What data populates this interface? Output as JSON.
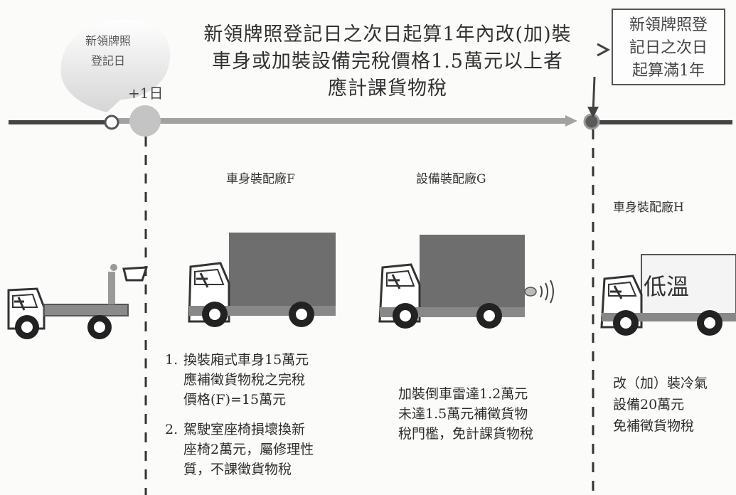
{
  "timeline": {
    "start_label": [
      "新領牌照",
      "登記日"
    ],
    "plus_one_label": "+1日",
    "caption": [
      "新領牌照登記日之次日起算1年內改(加)裝",
      "車身或加裝設備完稅價格1.5萬元以上者",
      "應計課貨物稅"
    ],
    "end_label": [
      "新領牌照登",
      "記日之次日",
      "起算滿1年"
    ]
  },
  "factories": {
    "f": {
      "label": "車身裝配廠F",
      "notes": [
        {
          "number": "1.",
          "lines": [
            "換裝廂式車身15萬元",
            "應補徵貨物稅之完稅",
            "價格(F)=15萬元"
          ]
        },
        {
          "number": "2.",
          "lines": [
            "駕駛室座椅損壞換新",
            "座椅2萬元，屬修理性",
            "質，不課徵貨物稅"
          ]
        }
      ]
    },
    "g": {
      "label": "設備裝配廠G",
      "note": [
        "加裝倒車雷達1.2萬元",
        "未達1.5萬元補徵貨物",
        "稅門檻，免計課貨物稅"
      ]
    },
    "h": {
      "label": "車身裝配廠H",
      "cargo_text": "低溫",
      "note": [
        "改（加）裝冷氣",
        "設備20萬元",
        "免補徵貨物稅"
      ]
    }
  },
  "colors": {
    "timeline_dark": "#444444",
    "timeline_light": "#9a9a9a",
    "cargo_box": "#6e6e6e",
    "day_marker": "#c4c4c4",
    "speech_bubble": "#d6d6d6"
  }
}
